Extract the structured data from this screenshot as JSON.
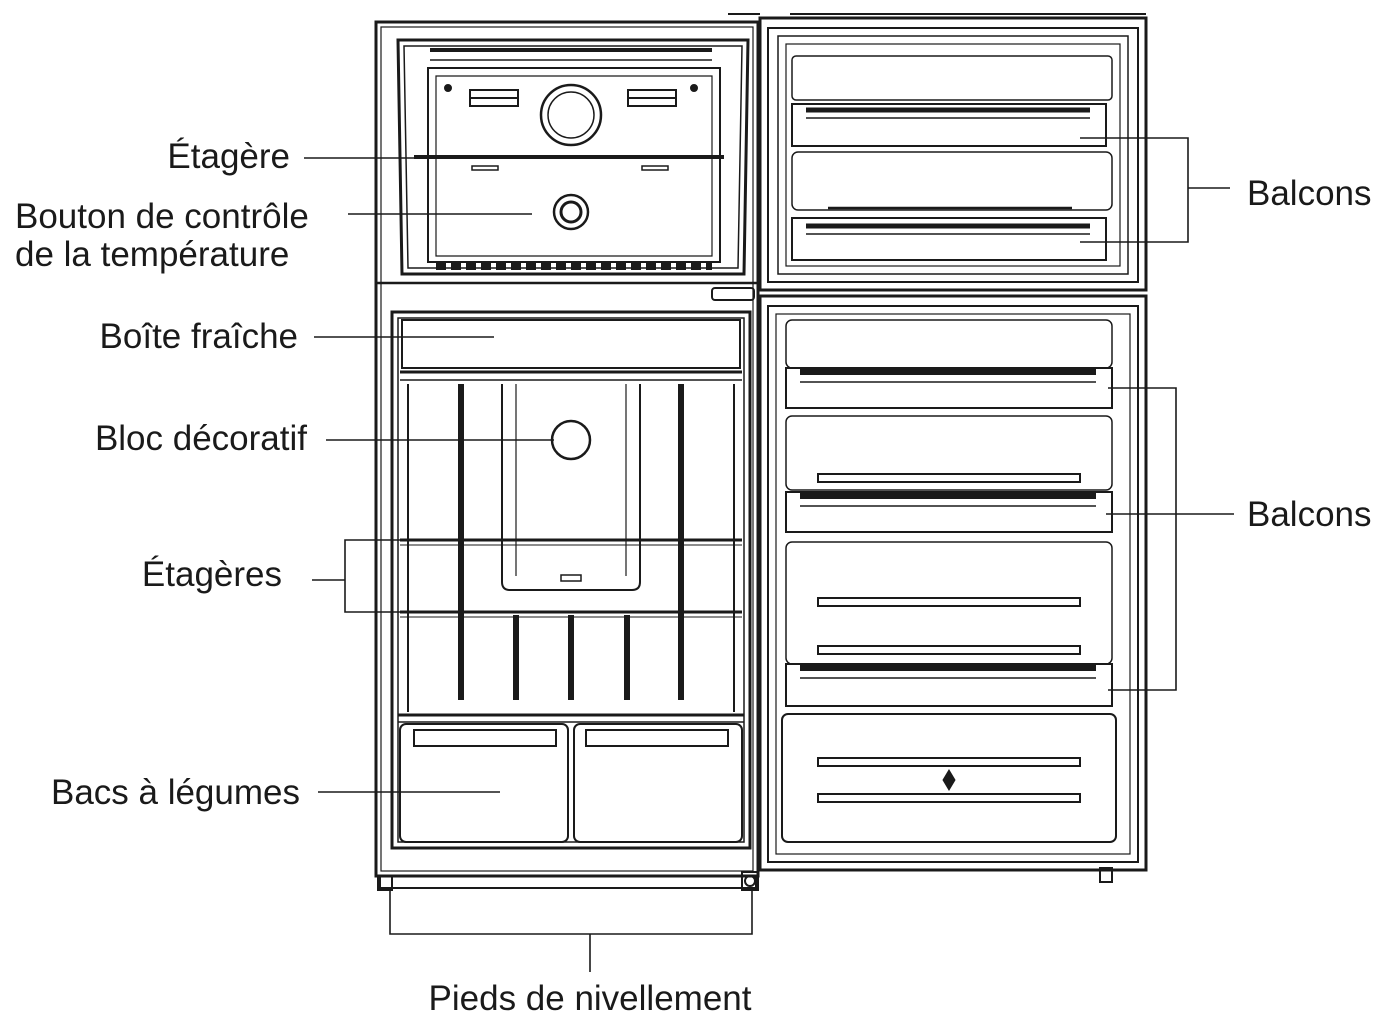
{
  "labels": {
    "etagere": "Étagère",
    "bouton_line1": "Bouton de contrôle",
    "bouton_line2": "de la température",
    "boite": "Boîte fraîche",
    "bloc": "Bloc décoratif",
    "etageres": "Étagères",
    "bacs": "Bacs à légumes",
    "pieds": "Pieds de nivellement",
    "balcons_top": "Balcons",
    "balcons_bottom": "Balcons"
  },
  "colors": {
    "ink": "#1a1a1a",
    "background": "#ffffff"
  }
}
